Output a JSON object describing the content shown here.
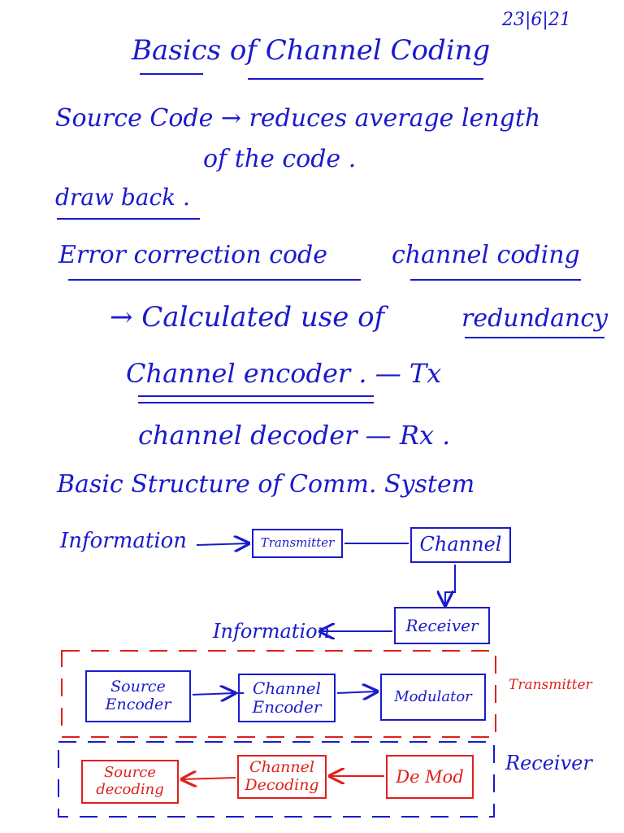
{
  "date": "23|6|21",
  "title": "Basics of Channel Coding",
  "line1": "Source Code → reduces average length",
  "line1b": "of the code .",
  "drawback": "draw back .",
  "heading2_left": "Error correction code",
  "heading2_right": "channel coding",
  "calc_prefix": "→ Calculated use of",
  "calc_word": "redundancy",
  "encoder": "Channel encoder . — Tx",
  "decoder": "channel decoder — Rx .",
  "basic_structure": "Basic Structure of Comm. System",
  "diagram1": {
    "information_in": "Information",
    "transmitter": "Transmitter",
    "channel": "Channel",
    "receiver": "Receiver",
    "information_out": "Information"
  },
  "transmitter_section": {
    "label": "Transmitter",
    "source_encoder": "Source Encoder",
    "channel_encoder": "Channel Encoder",
    "modulator": "Modulator"
  },
  "receiver_section": {
    "label": "Receiver",
    "source_decoding": "Source decoding",
    "channel_decoding": "Channel Decoding",
    "demod": "De Mod"
  },
  "colors": {
    "ink_blue": "#1a1acc",
    "ink_red": "#e0201c"
  }
}
